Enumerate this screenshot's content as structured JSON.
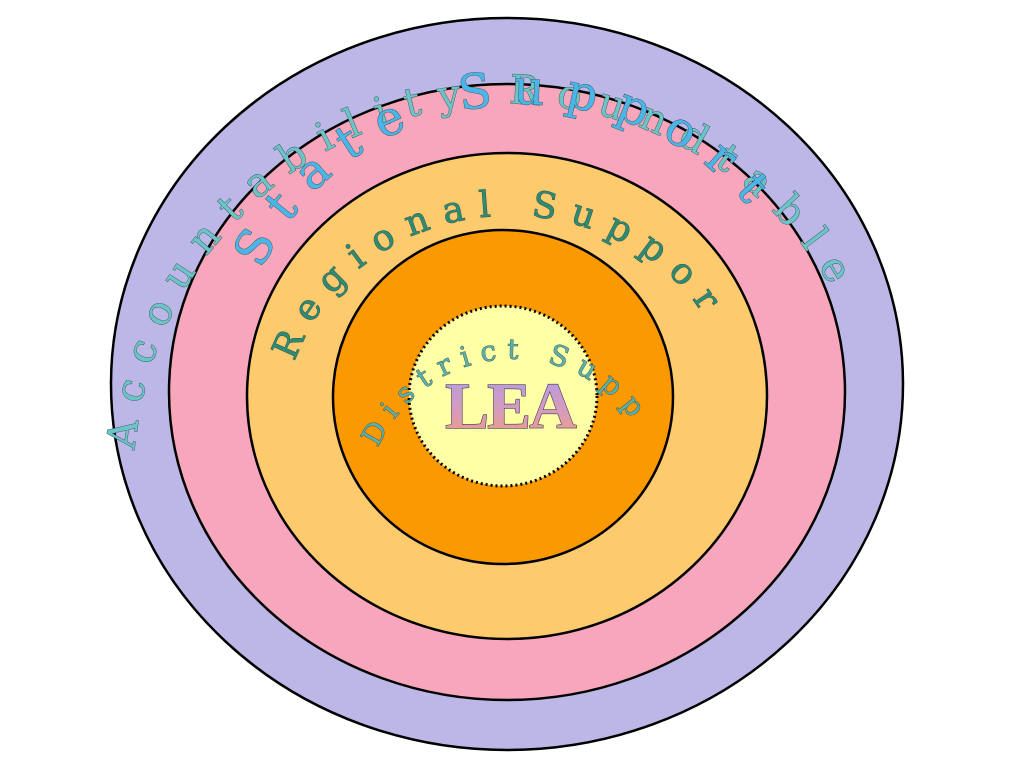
{
  "layers": {
    "outer": {
      "label": "Accountability Roundtable",
      "color": "#bdb7e8"
    },
    "state": {
      "label": "State Support",
      "color": "#f7a6bb"
    },
    "regional": {
      "label": "Regional Support",
      "color": "#fdcb6e"
    },
    "district": {
      "label": "District Support",
      "color": "#fb9a00"
    },
    "core": {
      "label": "LEA",
      "color": "#ffffa6"
    }
  }
}
